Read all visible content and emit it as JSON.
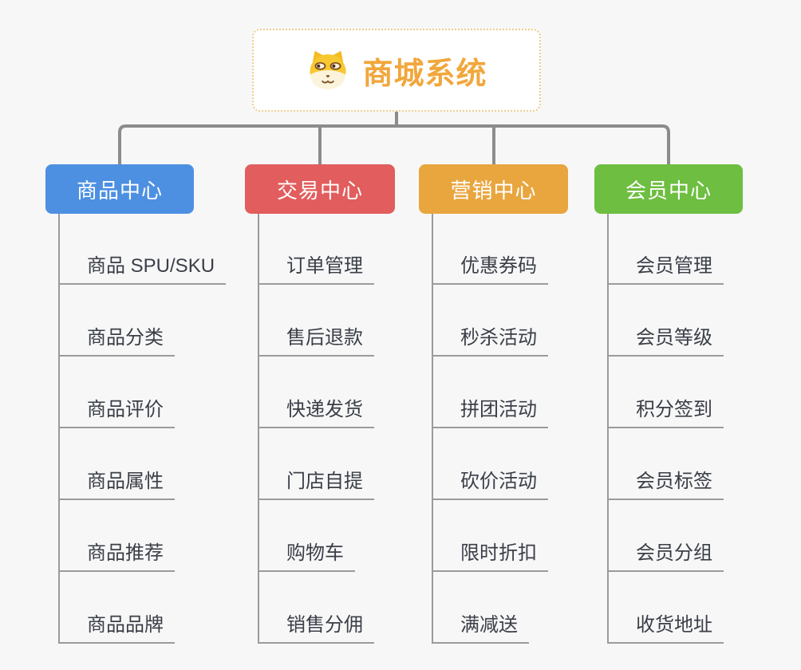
{
  "root": {
    "title": "商城系统",
    "icon": "shiba-dog-icon"
  },
  "colors": {
    "background": "#f7f7f7",
    "connector": "#8c8c8c",
    "root_title": "#f1a73c",
    "root_border": "#efcb8f",
    "item_text": "#3a3e47",
    "item_line": "#9b9b9b"
  },
  "branches": [
    {
      "label": "商品中心",
      "color": "#4d90e2",
      "items": [
        "商品 SPU/SKU",
        "商品分类",
        "商品评价",
        "商品属性",
        "商品推荐",
        "商品品牌"
      ]
    },
    {
      "label": "交易中心",
      "color": "#e25d5d",
      "items": [
        "订单管理",
        "售后退款",
        "快递发货",
        "门店自提",
        "购物车",
        "销售分佣"
      ]
    },
    {
      "label": "营销中心",
      "color": "#e9a63f",
      "items": [
        "优惠券码",
        "秒杀活动",
        "拼团活动",
        "砍价活动",
        "限时折扣",
        "满减送"
      ]
    },
    {
      "label": "会员中心",
      "color": "#6ebe41",
      "items": [
        "会员管理",
        "会员等级",
        "积分签到",
        "会员标签",
        "会员分组",
        "收货地址"
      ]
    }
  ]
}
